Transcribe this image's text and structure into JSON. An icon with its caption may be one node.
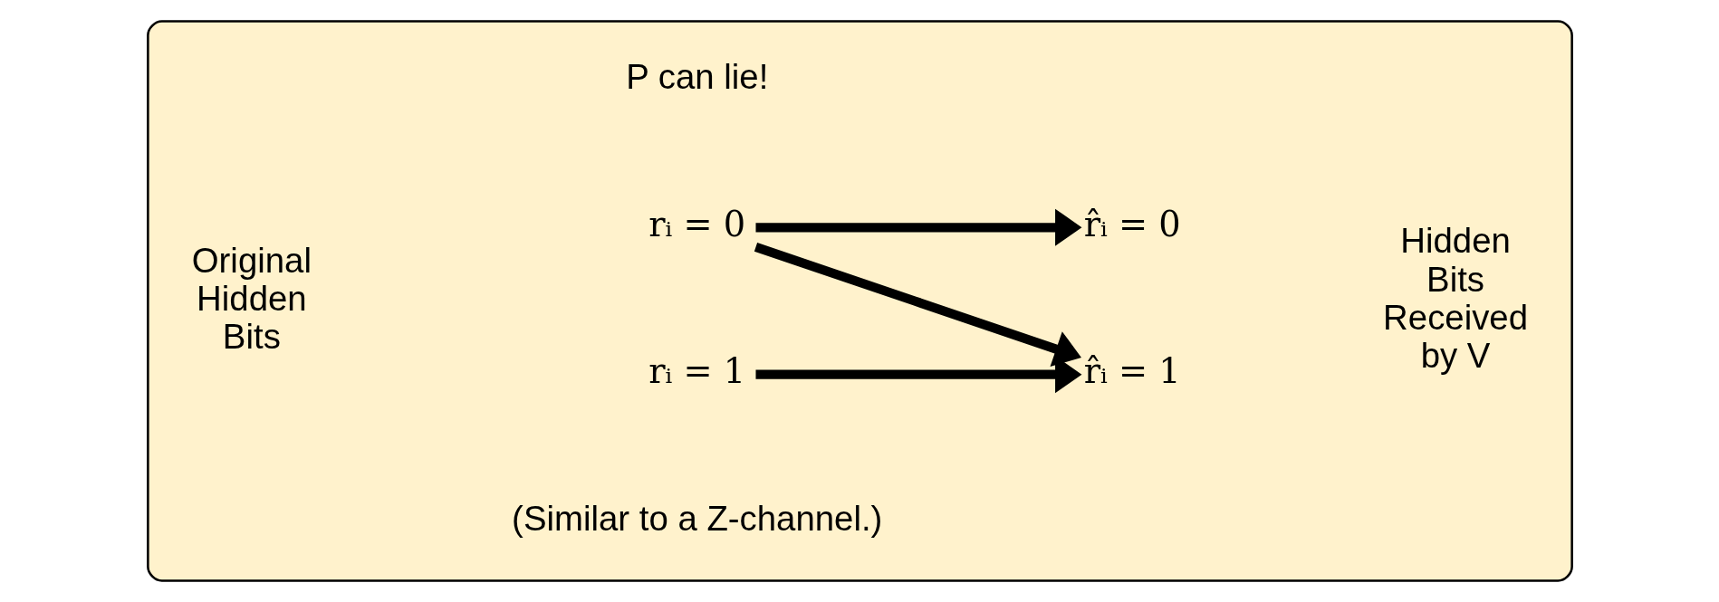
{
  "diagram": {
    "nodes": [
      {
        "text": [],
        "shape": "box"
      },
      {
        "text": [
          "rᵢ = 0"
        ],
        "in": 0
      },
      {
        "text": [
          "rᵢ = 1"
        ],
        "in": 0
      },
      {
        "text": [
          "r̂ᵢ = 0"
        ],
        "in": 0
      },
      {
        "text": [
          "r̂ᵢ = 1"
        ],
        "in": 0
      }
    ],
    "edges": [
      {
        "from": 1,
        "to": 3,
        "arrow": "to"
      },
      {
        "from": 1,
        "to": 4,
        "arrow": "to"
      },
      {
        "from": 2,
        "to": 4,
        "arrow": "to"
      }
    ],
    "labels": [
      "P can lie!",
      "Original Hidden Bits",
      "Hidden Bits Received by V",
      "(Similar to a Z-channel.)"
    ]
  }
}
